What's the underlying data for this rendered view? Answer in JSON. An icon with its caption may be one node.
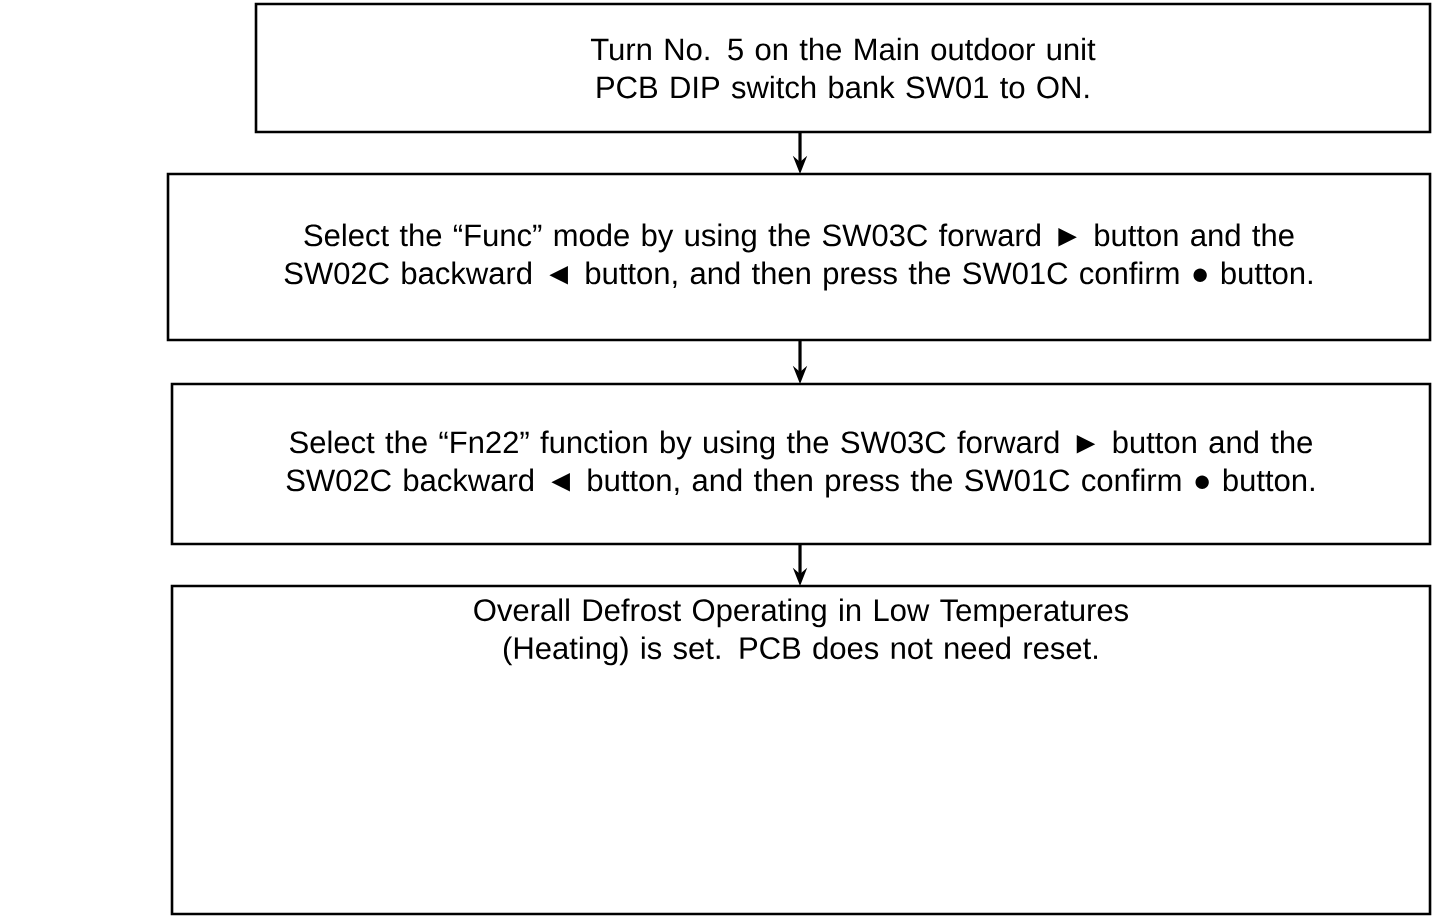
{
  "diagram": {
    "nodes": [
      {
        "text": [
          "Turn No. 5 on the Main outdoor unit PCB DIP switch bank SW01 to ON."
        ]
      },
      {
        "text": [
          "Select the “Func” mode by using the SW03C forward ► button and the SW02C backward ◄ button, and then press the SW01C confirm ● button."
        ]
      },
      {
        "text": [
          "Select the “Fn22” function by using the SW03C forward ► button and the SW02C backward ◄ button, and then press the SW01C confirm ● button."
        ]
      },
      {
        "text": [
          "Overall Defrost Operating in Low Temperatures (Heating) is set. PCB does not need reset."
        ]
      }
    ],
    "edges": [
      {
        "from": 0,
        "to": 1,
        "arrow": "to"
      },
      {
        "from": 1,
        "to": 2,
        "arrow": "to"
      },
      {
        "from": 2,
        "to": 3,
        "arrow": "to"
      }
    ]
  }
}
